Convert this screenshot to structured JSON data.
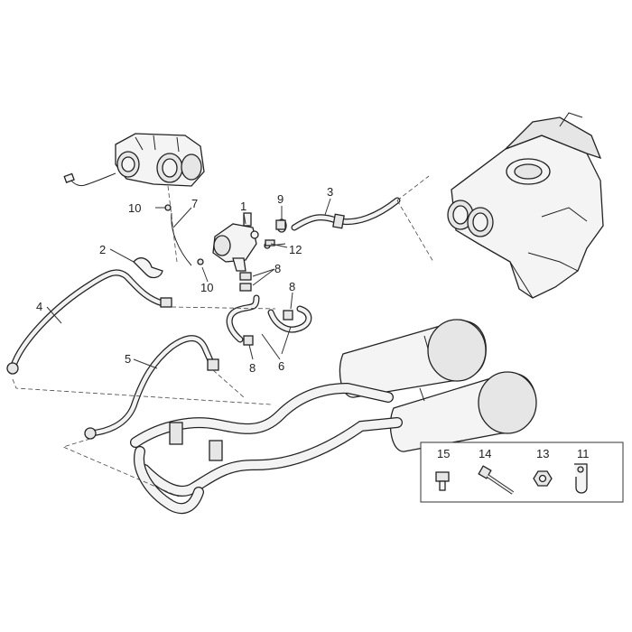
{
  "callouts": {
    "c1": "1",
    "c2": "2",
    "c3": "3",
    "c4": "4",
    "c5": "5",
    "c6": "6",
    "c7": "7",
    "c8a": "8",
    "c8b": "8",
    "c8c": "8",
    "c9": "9",
    "c10a": "10",
    "c10b": "10",
    "c12": "12"
  },
  "inset": {
    "items": [
      {
        "label": "15",
        "icon": "hex-bolt-icon"
      },
      {
        "label": "14",
        "icon": "long-bolt-icon"
      },
      {
        "label": "13",
        "icon": "nut-icon"
      },
      {
        "label": "11",
        "icon": "clamp-icon"
      }
    ]
  }
}
